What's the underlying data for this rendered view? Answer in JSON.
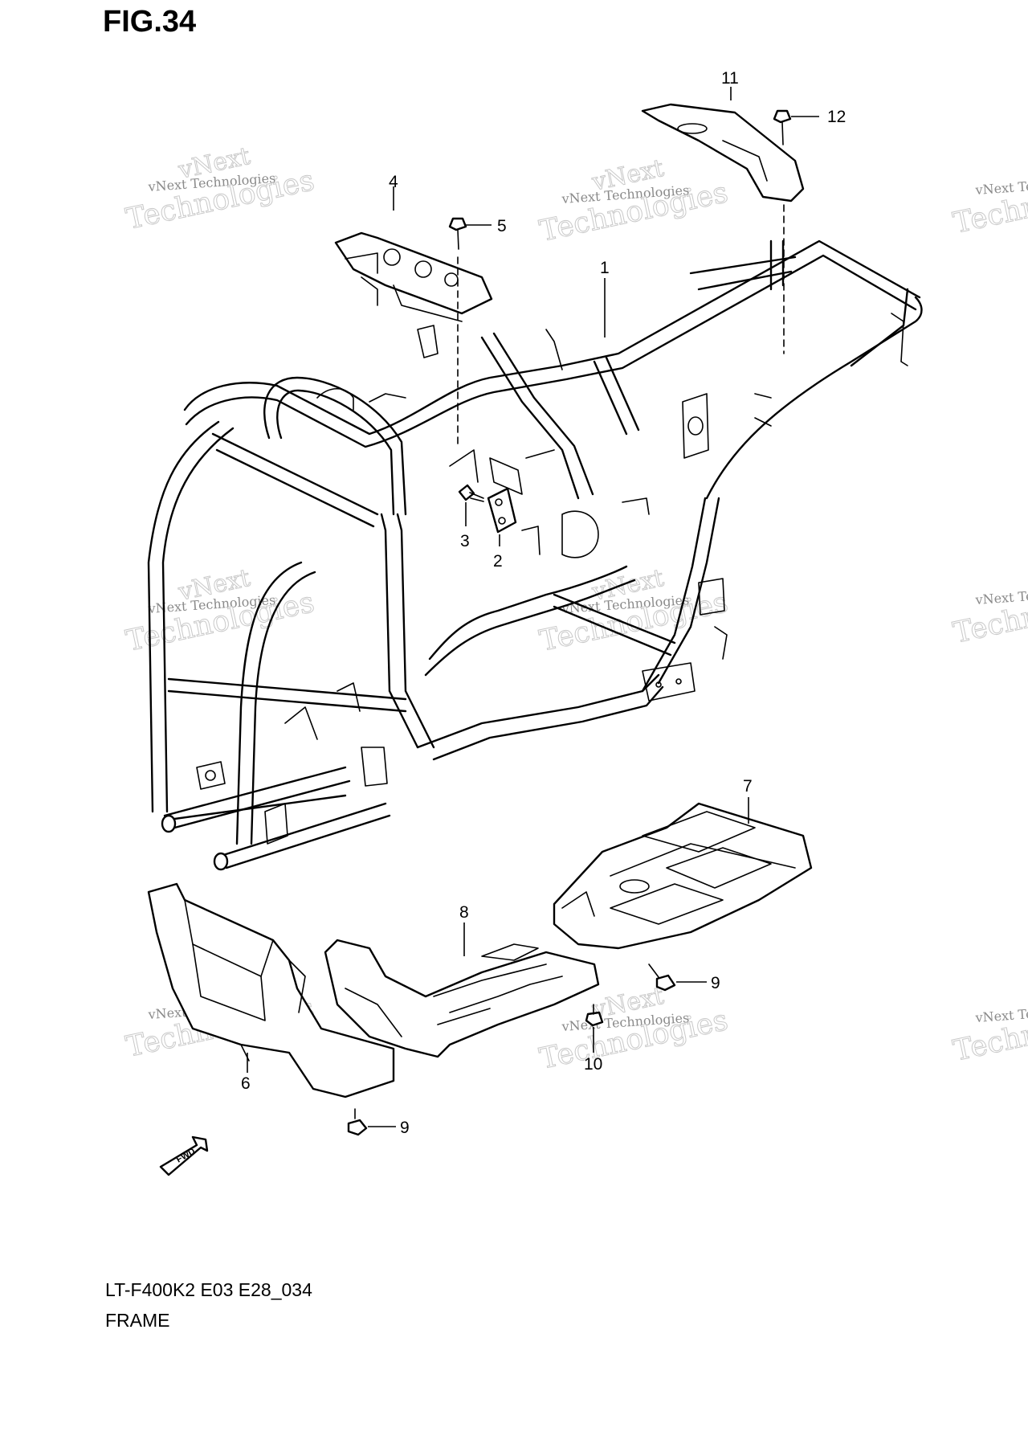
{
  "figure": {
    "title": "FIG.34",
    "model_code": "LT-F400K2 E03 E28_034",
    "section_name": "FRAME"
  },
  "callouts": {
    "c1": "1",
    "c2": "2",
    "c3": "3",
    "c4": "4",
    "c5": "5",
    "c6": "6",
    "c7": "7",
    "c8": "8",
    "c9a": "9",
    "c9b": "9",
    "c10": "10",
    "c11": "11",
    "c12": "12"
  },
  "watermark": {
    "line1": "vNext Technologies",
    "line2": "Technologies",
    "line3": "vNext"
  },
  "fwd_label": "FWD",
  "colors": {
    "line": "#000000",
    "background": "#ffffff",
    "watermark": "#c9c9c9"
  }
}
